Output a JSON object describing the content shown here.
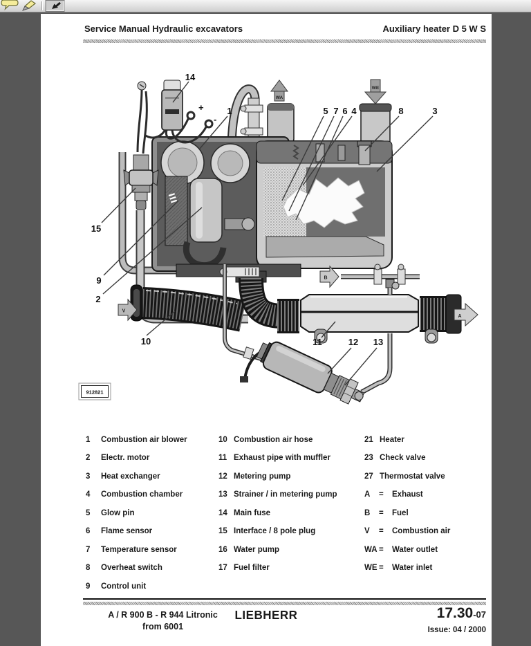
{
  "toolbar": {
    "buttons": [
      {
        "name": "comment-balloon-tool"
      },
      {
        "name": "sign-pen-tool"
      },
      {
        "name": "select-arrow-tool"
      }
    ]
  },
  "page": {
    "header": {
      "left": "Service Manual Hydraulic excavators",
      "right": "Auxiliary heater D 5 W S"
    },
    "figure": {
      "id_label": "912821",
      "callouts": {
        "c1": "1",
        "c2": "2",
        "c3": "3",
        "c4": "4",
        "c5": "5",
        "c6": "6",
        "c7": "7",
        "c8": "8",
        "c9": "9",
        "c10": "10",
        "c11": "11",
        "c12": "12",
        "c13": "13",
        "c14": "14",
        "c15": "15"
      },
      "flow": {
        "wa": "WA",
        "we": "WE",
        "v": "V",
        "a": "A",
        "b": "B"
      },
      "polarity": {
        "plus": "+",
        "minus": "-"
      }
    },
    "legend": {
      "col1": [
        [
          "1",
          "Combustion air blower"
        ],
        [
          "2",
          "Electr. motor"
        ],
        [
          "3",
          "Heat exchanger"
        ],
        [
          "4",
          "Combustion chamber"
        ],
        [
          "5",
          "Glow pin"
        ],
        [
          "6",
          "Flame sensor"
        ],
        [
          "7",
          "Temperature sensor"
        ],
        [
          "8",
          "Overheat switch"
        ],
        [
          "9",
          "Control unit"
        ]
      ],
      "col2": [
        [
          "10",
          "Combustion air hose"
        ],
        [
          "11",
          "Exhaust pipe with muffler"
        ],
        [
          "12",
          "Metering pump"
        ],
        [
          "13",
          "Strainer / in metering pump"
        ],
        [
          "14",
          "Main fuse"
        ],
        [
          "15",
          "Interface / 8 pole plug"
        ],
        [
          "16",
          "Water pump"
        ],
        [
          "17",
          "Fuel filter"
        ]
      ],
      "col3_numbered": [
        [
          "21",
          "Heater"
        ],
        [
          "23",
          "Check valve"
        ],
        [
          "27",
          "Thermostat valve"
        ]
      ],
      "col3_letters": [
        [
          "A",
          "=",
          "Exhaust"
        ],
        [
          "B",
          "=",
          "Fuel"
        ],
        [
          "V",
          "=",
          "Combustion air"
        ],
        [
          "WA",
          "=",
          "Water outlet"
        ],
        [
          "WE",
          "=",
          "Water inlet"
        ]
      ]
    },
    "footer": {
      "model_line1": "A / R 900 B - R 944  Litronic",
      "model_line2": "from 6001",
      "brand": "LIEBHERR",
      "page_number": "17.30",
      "page_suffix": "-07",
      "issue": "Issue: 04 / 2000"
    }
  }
}
